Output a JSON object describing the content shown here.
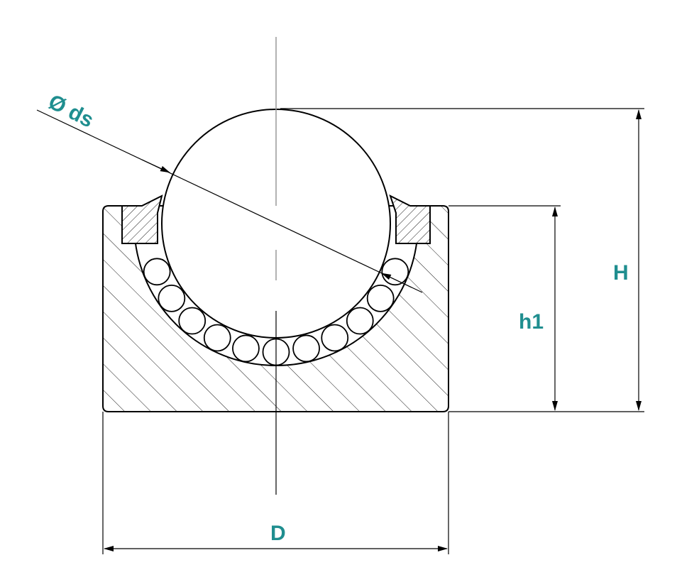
{
  "labels": {
    "ball_diameter": "Ø ds",
    "height_total": "H",
    "height_housing": "h1",
    "diameter_housing": "D"
  },
  "colors": {
    "label": "#1f8e8f",
    "line": "#000000",
    "centerline": "#999999"
  }
}
